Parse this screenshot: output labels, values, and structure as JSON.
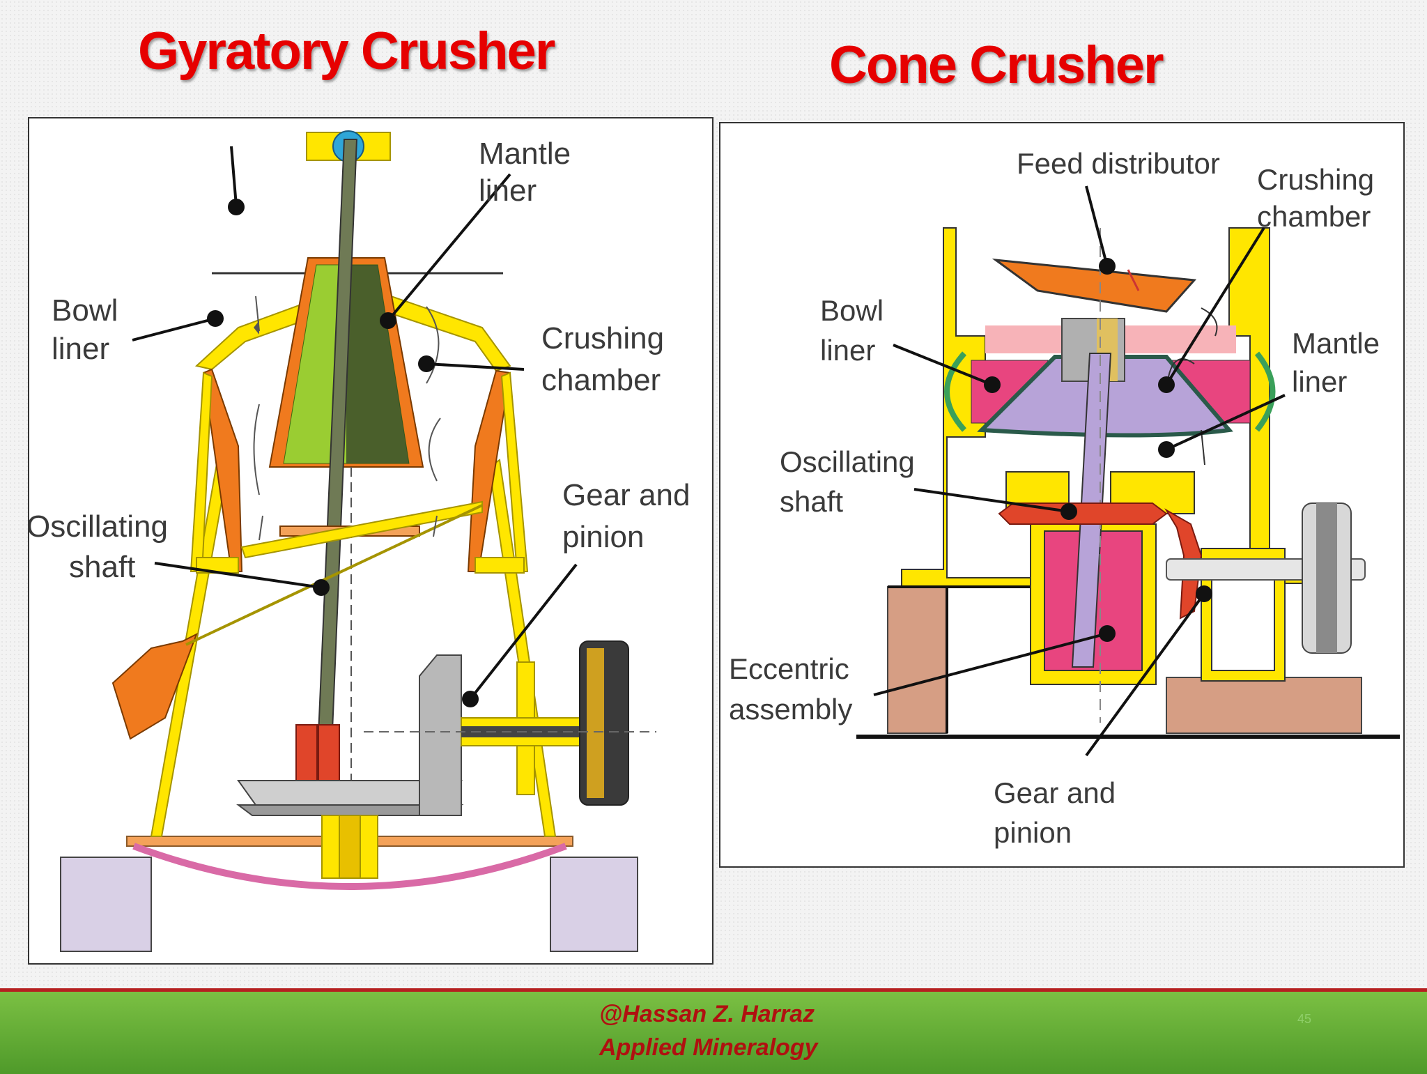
{
  "titles": {
    "left": "Gyratory Crusher",
    "right": "Cone Crusher"
  },
  "gyratory": {
    "labels": {
      "mantle_liner_1": "Mantle",
      "mantle_liner_2": "liner",
      "bowl_liner_1": "Bowl",
      "bowl_liner_2": "liner",
      "crushing_chamber_1": "Crushing",
      "crushing_chamber_2": "chamber",
      "gear_pinion_1": "Gear and",
      "gear_pinion_2": "pinion",
      "oscillating_shaft_1": "Oscillating",
      "oscillating_shaft_2": "shaft"
    }
  },
  "cone": {
    "labels": {
      "feed_distributor": "Feed distributor",
      "crushing_chamber_1": "Crushing",
      "crushing_chamber_2": "chamber",
      "bowl_liner_1": "Bowl",
      "bowl_liner_2": "liner",
      "mantle_liner_1": "Mantle",
      "mantle_liner_2": "liner",
      "oscillating_shaft_1": "Oscillating",
      "oscillating_shaft_2": "shaft",
      "eccentric_1": "Eccentric",
      "eccentric_2": "assembly",
      "gear_pinion_1": "Gear and",
      "gear_pinion_2": "pinion"
    }
  },
  "footer": {
    "author": "@Hassan Z. Harraz",
    "course": "Applied Mineralogy",
    "page": "45"
  },
  "colors": {
    "title": "#e60000",
    "frame_yellow": "#ffe600",
    "liner_orange": "#f07a1e",
    "mantle_green": "#9acd32",
    "chamber_pink": "#e8457f",
    "cone_lavender": "#b7a3d8",
    "footer_green": "#5fa832",
    "footer_text": "#b01010"
  }
}
